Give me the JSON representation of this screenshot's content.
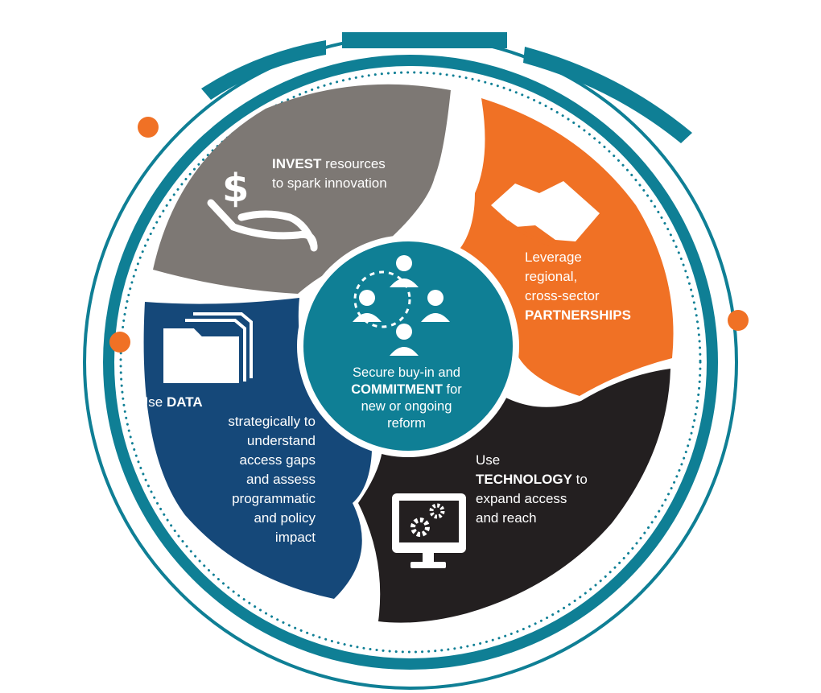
{
  "colors": {
    "teal": "#0f7f95",
    "gray": "#7d7874",
    "orange": "#f07125",
    "navy": "#154879",
    "black": "#231f20",
    "white": "#ffffff"
  },
  "segments": {
    "invest": {
      "bold": "INVEST",
      "rest": " resources",
      "line2": "to spark innovation",
      "icon": "hand-dollar-icon"
    },
    "partnerships": {
      "line1": "Leverage",
      "line2": "regional,",
      "line3": "cross-sector",
      "bold": "PARTNERSHIPS",
      "icon": "handshake-icon"
    },
    "data": {
      "pre": "Use ",
      "bold": "DATA",
      "line2": "strategically to",
      "line3": "understand",
      "line4": "access gaps",
      "line5": "and assess",
      "line6": "programmatic",
      "line7": "and policy",
      "line8": "impact",
      "icon": "folders-icon"
    },
    "technology": {
      "line1": "Use",
      "bold": "TECHNOLOGY",
      "rest": " to",
      "line3": "expand access",
      "line4": "and reach",
      "icon": "monitor-gears-icon"
    }
  },
  "center": {
    "line1": "Secure buy-in and",
    "bold": "COMMITMENT",
    "rest": " for",
    "line3": "new or ongoing",
    "line4": "reform",
    "icon": "people-network-icon"
  }
}
